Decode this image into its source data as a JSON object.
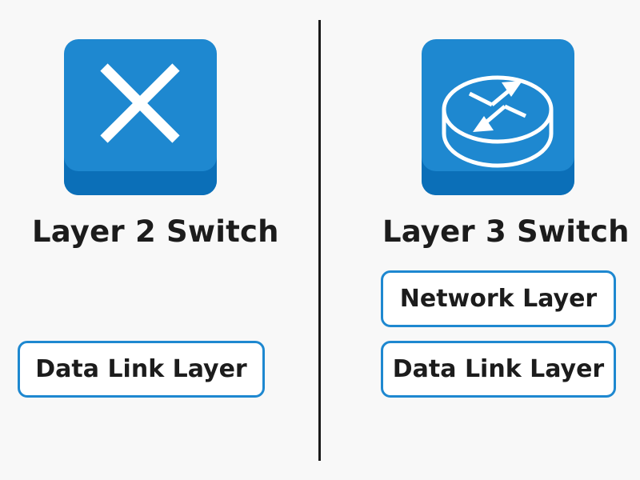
{
  "left": {
    "title": "Layer 2 Switch",
    "icon": "cross-arrows-icon",
    "layers": [
      "Data Link Layer"
    ]
  },
  "right": {
    "title": "Layer 3 Switch",
    "icon": "router-icon",
    "layers": [
      "Network Layer",
      "Data Link Layer"
    ]
  },
  "colors": {
    "accent": "#1e88d0",
    "accent_dark": "#0b6fb8",
    "text": "#1c1c1c",
    "divider": "#1a1a1a",
    "background": "#f8f8f8"
  }
}
